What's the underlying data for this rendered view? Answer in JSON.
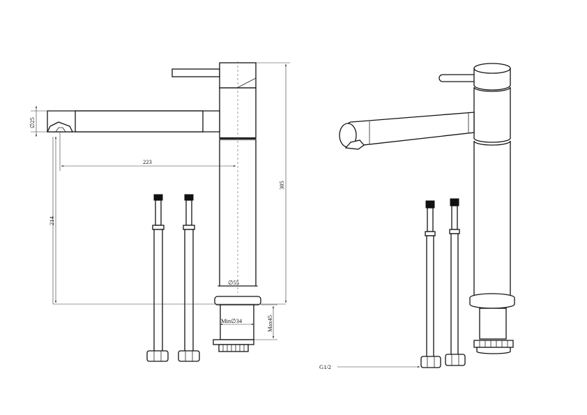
{
  "dimensions": {
    "spout_diameter": "∅25",
    "spout_reach": "223",
    "spout_height": "214",
    "total_height": "305",
    "body_diameter": "∅55",
    "hole_min_diameter": "Min∅34",
    "max_deck_thickness": "Max45",
    "hose_thread": "G1/2"
  }
}
